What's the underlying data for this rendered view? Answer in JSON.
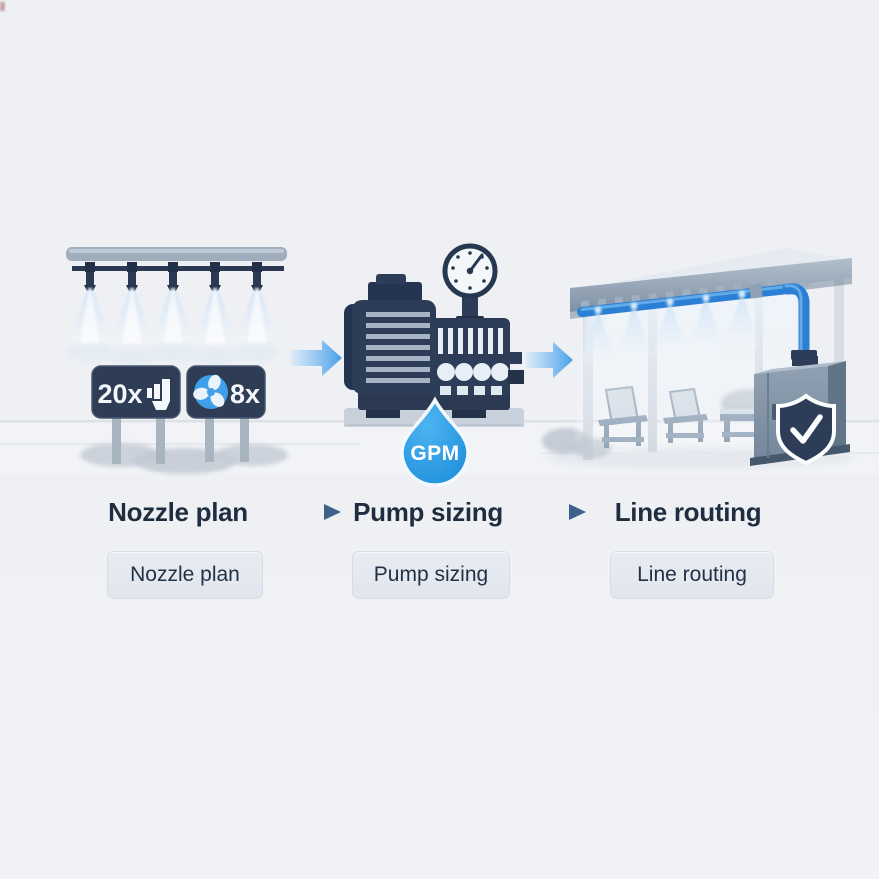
{
  "steps": [
    {
      "heading": "Nozzle plan",
      "pill_label": "Nozzle plan"
    },
    {
      "heading": "Pump sizing",
      "pill_label": "Pump sizing"
    },
    {
      "heading": "Line routing",
      "pill_label": "Line routing"
    }
  ],
  "nozzle_section": {
    "nozzle_count_badge": "20x",
    "fan_count_badge": "8x"
  },
  "pump_section": {
    "flow_unit_badge": "GPM"
  },
  "icons": [
    "misting-nozzle-icon",
    "fan-icon",
    "pressure-gauge-icon",
    "water-drop-icon",
    "shield-check-icon",
    "flow-arrow-icon"
  ],
  "colors": {
    "background": "#eef0f4",
    "dark_navy": "#2b3a52",
    "accent_blue": "#2f9ae6",
    "pipe_blue": "#2b7fd4",
    "heading_text": "#1f2d40",
    "pill_background": "#e4e8ef",
    "arrow_steel": "#3d6189"
  }
}
